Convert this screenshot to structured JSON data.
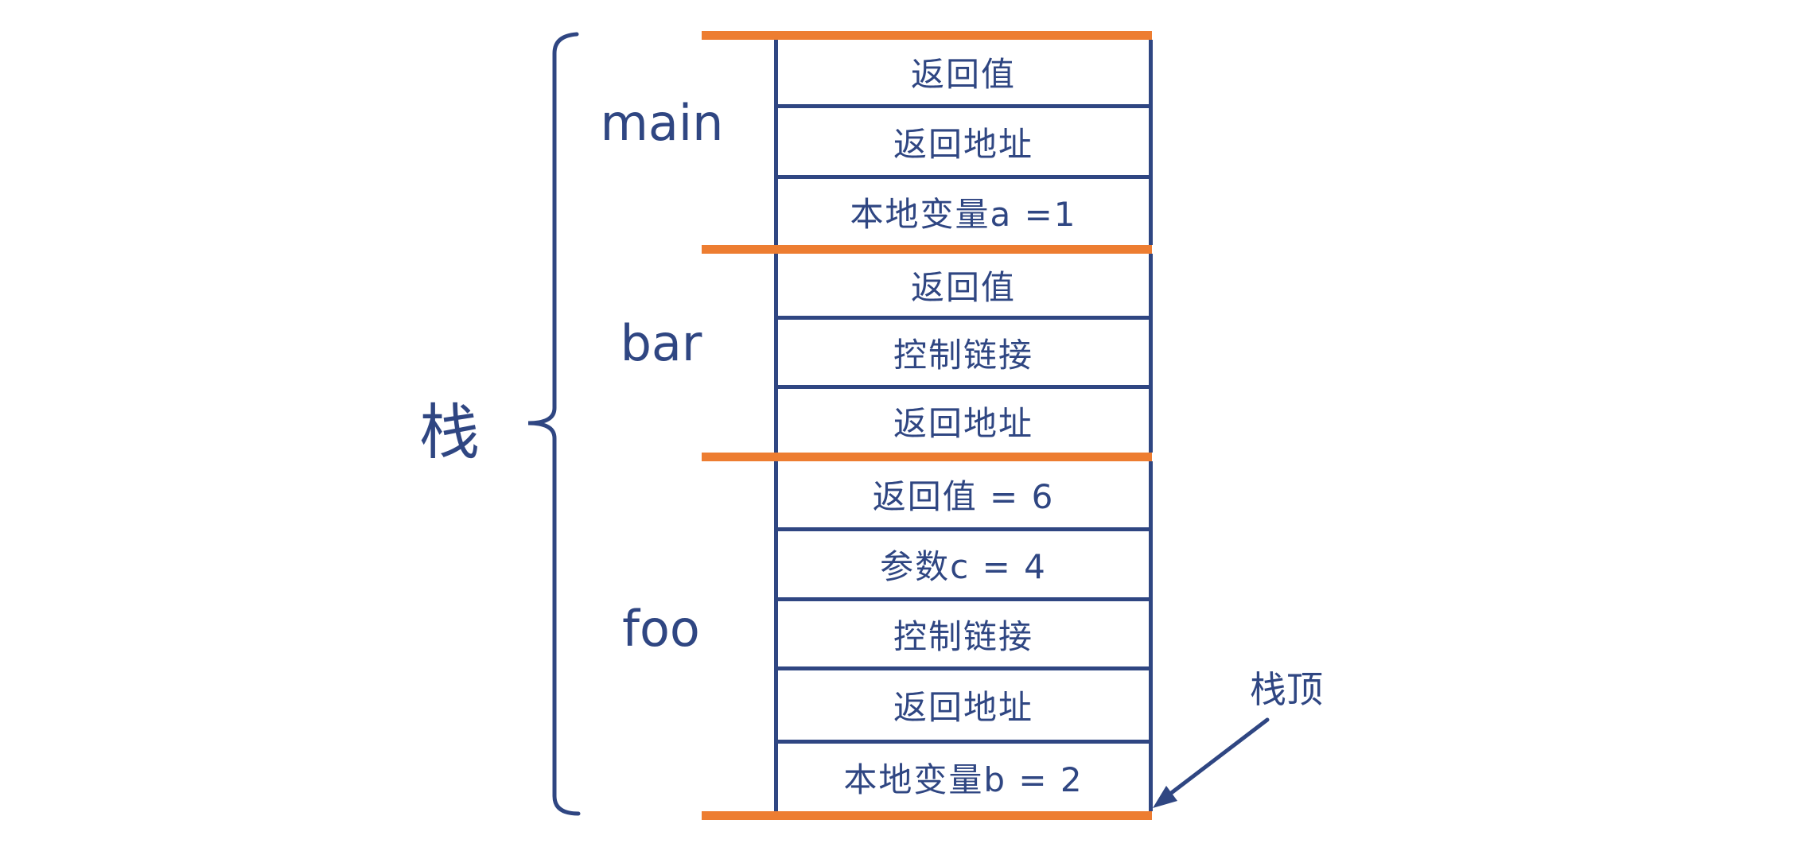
{
  "diagram": {
    "stack_label": "栈",
    "stack_top_label": "栈顶",
    "frames": [
      {
        "name": "main",
        "cells": [
          "返回值",
          "返回地址",
          "本地变量a =1"
        ]
      },
      {
        "name": "bar",
        "cells": [
          "返回值",
          "控制链接",
          "返回地址"
        ]
      },
      {
        "name": "foo",
        "cells": [
          "返回值 = 6",
          "参数c = 4",
          "控制链接",
          "返回地址",
          "本地变量b = 2"
        ]
      }
    ],
    "colors": {
      "line_blue": "#2F4682",
      "boundary_orange": "#ED7D31"
    }
  }
}
